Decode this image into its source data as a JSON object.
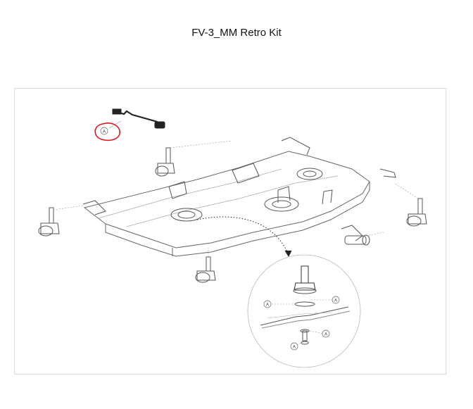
{
  "page": {
    "title": "FV-3_MM Retro Kit"
  },
  "diagram": {
    "callouts": [
      {
        "label": "A",
        "part": "front-link-rod",
        "highlighted": true
      },
      {
        "label": "A",
        "part": "spindle-upper"
      },
      {
        "label": "A",
        "part": "spindle-right-upper"
      },
      {
        "label": "A",
        "part": "spindle-right-lower"
      },
      {
        "label": "A",
        "part": "spindle-bottom-bolt"
      }
    ],
    "highlight_color": "#e0141e",
    "line_color": "#555555"
  }
}
